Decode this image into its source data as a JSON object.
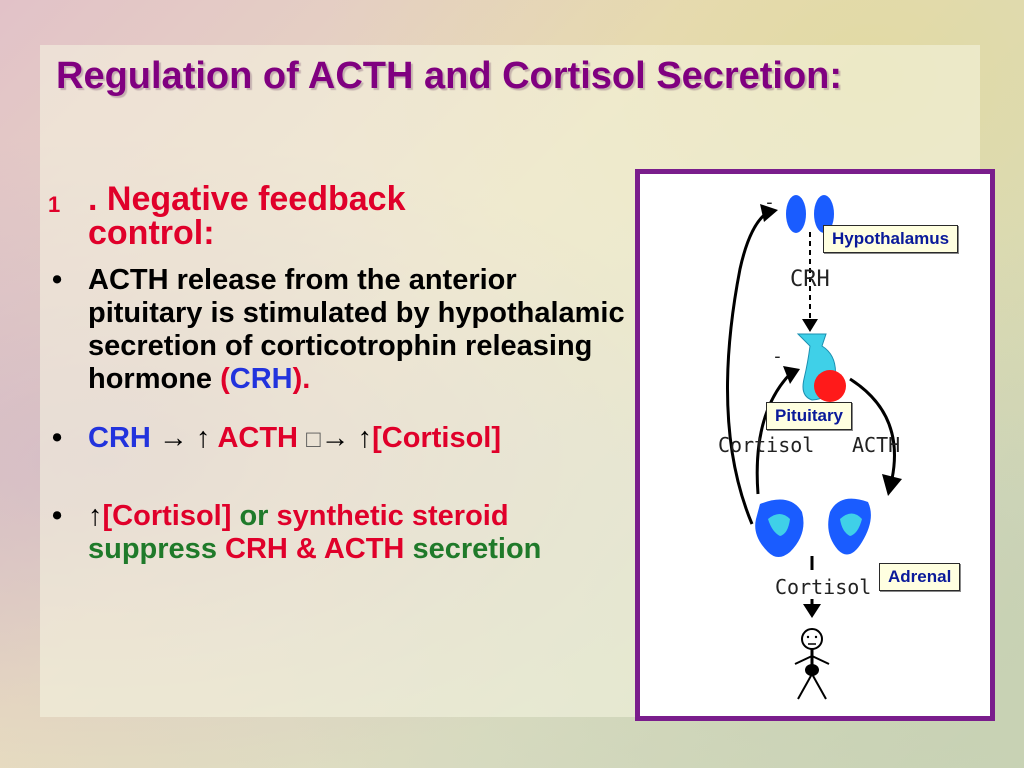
{
  "slide": {
    "title": "Regulation of ACTH and Cortisol Secretion:",
    "heading": {
      "number": "1",
      "line1": ". Negative feedback",
      "line2": "control:"
    },
    "bullet_marker": "•",
    "bullet1": {
      "text": "ACTH release from the anterior pituitary is stimulated by hypothalamic secretion of corticotrophin releasing hormone ",
      "paren_open": "(",
      "crh": "CRH",
      "paren_close": ")."
    },
    "bullet2": {
      "crh": "CRH",
      "arrow1": "→",
      "up1": "↑",
      "acth": "ACTH",
      "box": "□",
      "arrow2": "→",
      "up2": "↑",
      "cortisol": "[Cortisol]"
    },
    "bullet3": {
      "up": "↑",
      "cortisol": "[Cortisol]",
      "or": "or",
      "synthetic": "synthetic steroid",
      "suppress": "suppress",
      "crh_acth": "CRH & ACTH",
      "secretion": "secretion"
    }
  },
  "figure": {
    "labels": {
      "hypothalamus": "Hypothalamus",
      "pituitary": "Pituitary",
      "adrenal": "Adrenal"
    },
    "handwritten": {
      "crh": "CRH",
      "acth": "ACTH",
      "cortisol_left": "Cortisol",
      "cortisol_bottom": "Cortisol",
      "minus_top": "-",
      "minus_mid": "-"
    },
    "colors": {
      "gland_blue": "#1a5cff",
      "pituitary_cyan": "#3fd0e8",
      "pituitary_red": "#ff1a1a",
      "border": "#7a1d8c"
    }
  }
}
